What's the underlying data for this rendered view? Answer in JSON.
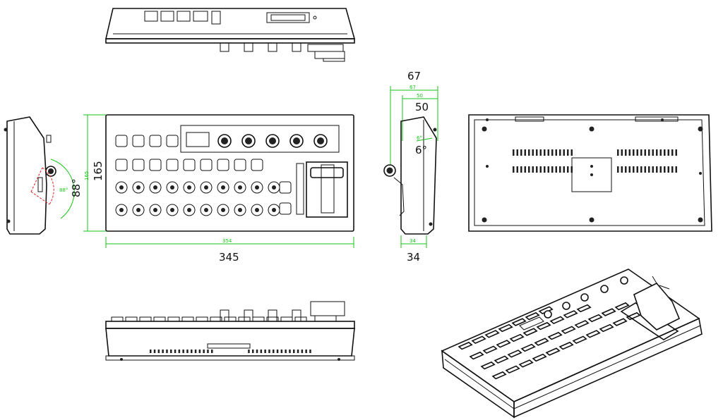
{
  "dimensions": {
    "width_outer_small": "354",
    "width_main": "345",
    "height_small": "165",
    "height_main": "165",
    "depth_top_small": "67",
    "depth_top_main": "67",
    "depth_mid_small": "50",
    "depth_mid_main": "50",
    "depth_bottom_small": "34",
    "depth_bottom_main": "34",
    "tilt_angle_small": "6°",
    "tilt_angle_main": "6°",
    "rotation_angle_small": "88°",
    "rotation_angle_main": "88°"
  },
  "colors": {
    "outline": "#111111",
    "dimension": "#19c419",
    "angle_arc": "#e02020"
  },
  "views": [
    "rear-view",
    "side-view-left",
    "top-view",
    "side-view-right",
    "bottom-view",
    "front-view",
    "isometric-view"
  ]
}
